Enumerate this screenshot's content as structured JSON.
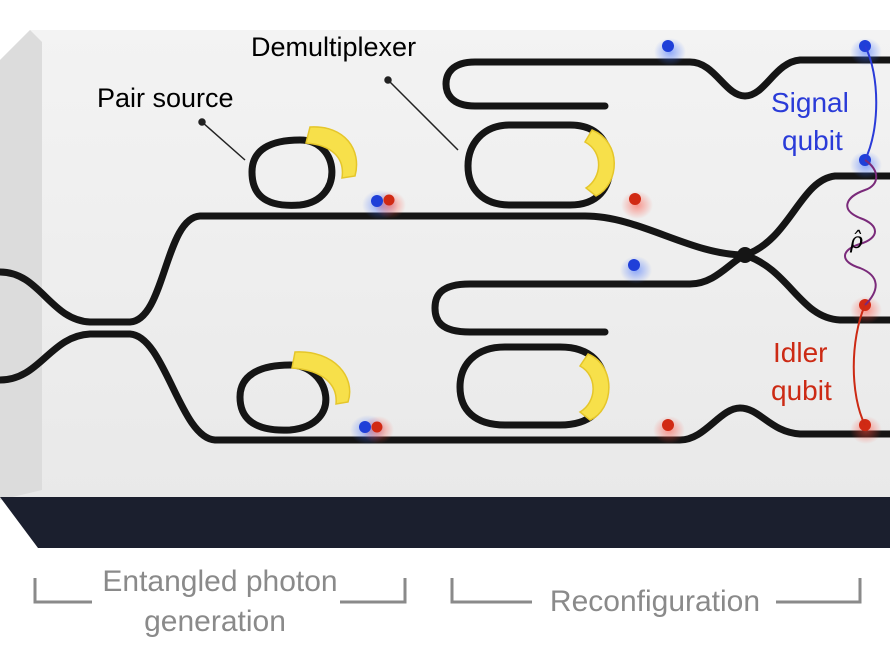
{
  "labels": {
    "pair_source": "Pair source",
    "demultiplexer": "Demultiplexer",
    "signal_line1": "Signal",
    "signal_line2": "qubit",
    "idler_line1": "Idler",
    "idler_line2": "qubit",
    "rho": "ρ̂"
  },
  "brackets": {
    "entangled_line1": "Entangled photon",
    "entangled_line2": "generation",
    "reconfiguration": "Reconfiguration"
  },
  "colors": {
    "chip_top": "#ececec",
    "chip_side": "#1b1f2e",
    "chip_bevel": "#d6d6d6",
    "waveguide": "#151515",
    "heater": "#f7e04a",
    "signal_photon": "#1f3fd8",
    "idler_photon": "#d12a14",
    "signal_text": "#2a3bd8",
    "idler_text": "#cc2a14",
    "bracket": "#8a8a8a"
  }
}
